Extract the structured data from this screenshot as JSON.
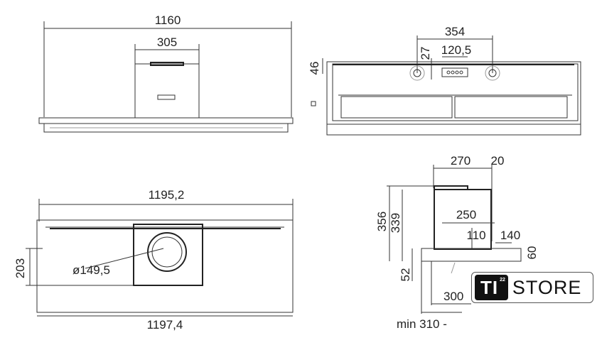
{
  "drawing": {
    "top_left_view": {
      "width_total": "1160",
      "chimney_width": "305"
    },
    "top_right_view": {
      "hole_spacing": "354",
      "control_width": "120,5",
      "control_offset": "27",
      "edge_offset": "46"
    },
    "bottom_left_view": {
      "width_top": "1195,2",
      "width_bottom": "1197,4",
      "height": "203",
      "duct_diameter": "ø149,5"
    },
    "side_view": {
      "depth_top": "270",
      "back_offset": "20",
      "height_total": "356",
      "height_body": "339",
      "motor_depth": "250",
      "dim_110": "110",
      "dim_140": "140",
      "dim_60": "60",
      "dim_52": "52",
      "dim_300": "300",
      "min_depth": "min 310 -"
    }
  },
  "logo": {
    "mark": "TI",
    "superscript": "22",
    "name": "STORE"
  }
}
